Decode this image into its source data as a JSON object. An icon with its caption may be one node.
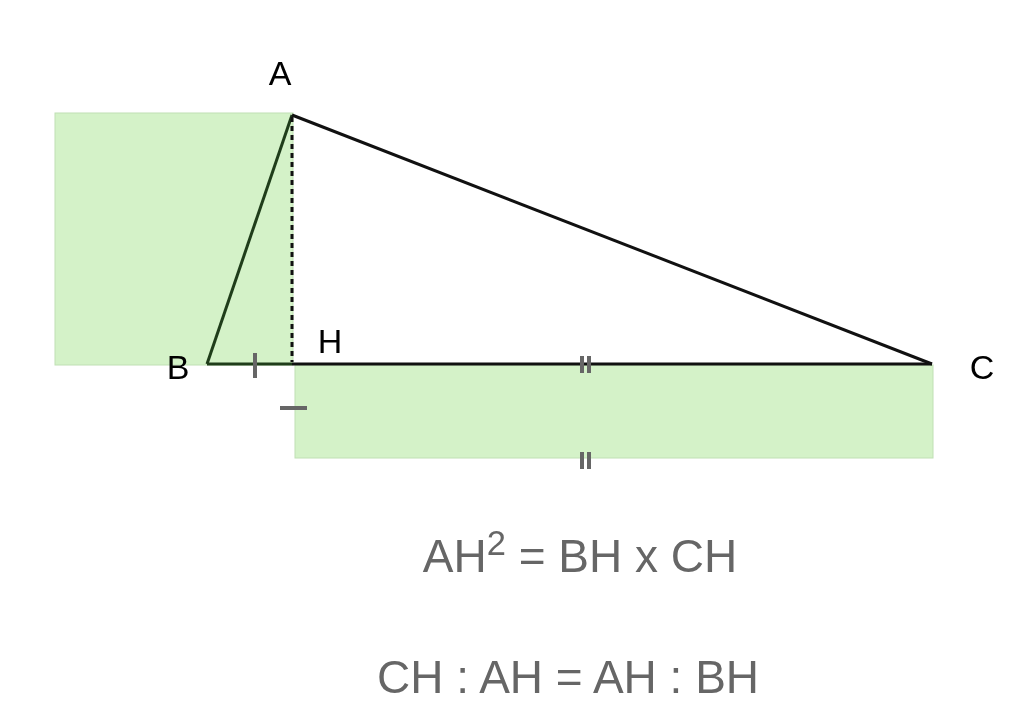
{
  "diagram": {
    "labels": [
      "A",
      "H",
      "B",
      "C",
      "AH$^{2}$ = BH x CH",
      "CH : AH = AH : BH"
    ]
  }
}
